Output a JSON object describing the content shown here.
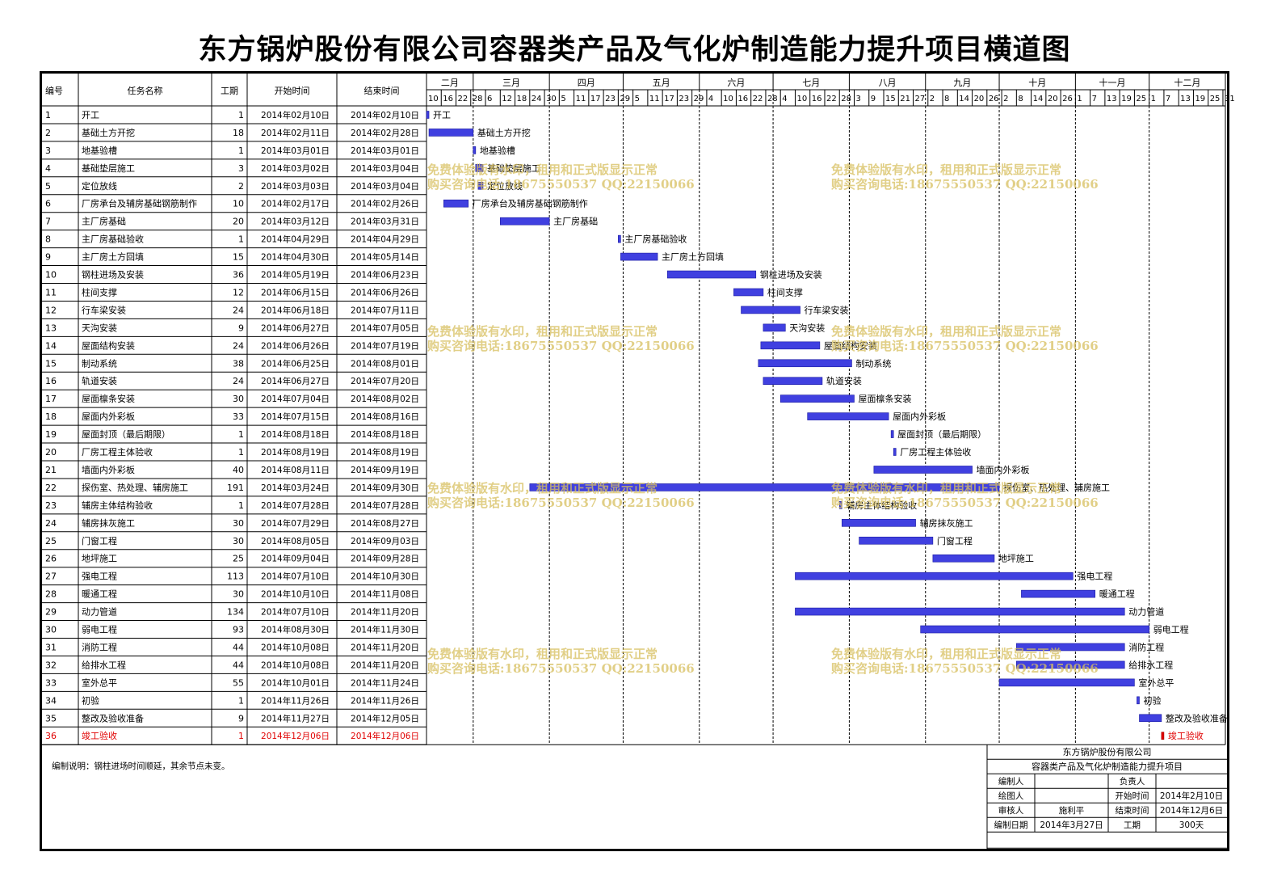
{
  "title": "东方锅炉股份有限公司容器类产品及气化炉制造能力提升项目横道图",
  "headers": {
    "no": "编号",
    "name": "任务名称",
    "dur": "工期",
    "start": "开始时间",
    "end": "结束时间"
  },
  "months": [
    {
      "label": "二月",
      "days": [
        "10",
        "16",
        "22",
        "28"
      ]
    },
    {
      "label": "三月",
      "days": [
        "6",
        "12",
        "18",
        "24",
        "30"
      ]
    },
    {
      "label": "四月",
      "days": [
        "5",
        "11",
        "17",
        "23",
        "29"
      ]
    },
    {
      "label": "五月",
      "days": [
        "5",
        "11",
        "17",
        "23",
        "29"
      ]
    },
    {
      "label": "六月",
      "days": [
        "4",
        "10",
        "16",
        "22",
        "28"
      ]
    },
    {
      "label": "七月",
      "days": [
        "4",
        "10",
        "16",
        "22",
        "28"
      ]
    },
    {
      "label": "八月",
      "days": [
        "3",
        "9",
        "15",
        "21",
        "27"
      ]
    },
    {
      "label": "九月",
      "days": [
        "2",
        "8",
        "14",
        "20",
        "26"
      ]
    },
    {
      "label": "十月",
      "days": [
        "2",
        "8",
        "14",
        "20",
        "26"
      ]
    },
    {
      "label": "十一月",
      "days": [
        "1",
        "7",
        "13",
        "19",
        "25"
      ]
    },
    {
      "label": "十二月",
      "days": [
        "1",
        "7",
        "13",
        "19",
        "25",
        "31"
      ]
    }
  ],
  "chart_data": {
    "type": "bar",
    "subtype": "gantt",
    "x_range": [
      "2014-02-10",
      "2014-12-31"
    ],
    "bar_color": "#4040e0",
    "milestone_color": "#e00000",
    "tasks": [
      {
        "no": "1",
        "name": "开工",
        "dur": "1",
        "start": "2014年02月10日",
        "end": "2014年02月10日",
        "s": "2014-02-10",
        "e": "2014-02-10",
        "label": "开工"
      },
      {
        "no": "2",
        "name": "基础土方开挖",
        "dur": "18",
        "start": "2014年02月11日",
        "end": "2014年02月28日",
        "s": "2014-02-11",
        "e": "2014-02-28",
        "label": "基础土方开挖"
      },
      {
        "no": "3",
        "name": "地基验槽",
        "dur": "1",
        "start": "2014年03月01日",
        "end": "2014年03月01日",
        "s": "2014-03-01",
        "e": "2014-03-01",
        "label": "地基验槽"
      },
      {
        "no": "4",
        "name": "基础垫层施工",
        "dur": "3",
        "start": "2014年03月02日",
        "end": "2014年03月04日",
        "s": "2014-03-02",
        "e": "2014-03-04",
        "label": "基础垫层施工"
      },
      {
        "no": "5",
        "name": "定位放线",
        "dur": "2",
        "start": "2014年03月03日",
        "end": "2014年03月04日",
        "s": "2014-03-03",
        "e": "2014-03-04",
        "label": "定位放线"
      },
      {
        "no": "6",
        "name": "厂房承台及辅房基础钢筋制作",
        "dur": "10",
        "start": "2014年02月17日",
        "end": "2014年02月26日",
        "s": "2014-02-17",
        "e": "2014-02-26",
        "label": "厂房承台及辅房基础钢筋制作"
      },
      {
        "no": "7",
        "name": "主厂房基础",
        "dur": "20",
        "start": "2014年03月12日",
        "end": "2014年03月31日",
        "s": "2014-03-12",
        "e": "2014-03-31",
        "label": "主厂房基础"
      },
      {
        "no": "8",
        "name": "主厂房基础验收",
        "dur": "1",
        "start": "2014年04月29日",
        "end": "2014年04月29日",
        "s": "2014-04-29",
        "e": "2014-04-29",
        "label": "主厂房基础验收"
      },
      {
        "no": "9",
        "name": "主厂房土方回填",
        "dur": "15",
        "start": "2014年04月30日",
        "end": "2014年05月14日",
        "s": "2014-04-30",
        "e": "2014-05-14",
        "label": "主厂房土方回填"
      },
      {
        "no": "10",
        "name": "钢柱进场及安装",
        "dur": "36",
        "start": "2014年05月19日",
        "end": "2014年06月23日",
        "s": "2014-05-19",
        "e": "2014-06-23",
        "label": "钢柱进场及安装"
      },
      {
        "no": "11",
        "name": "柱间支撑",
        "dur": "12",
        "start": "2014年06月15日",
        "end": "2014年06月26日",
        "s": "2014-06-15",
        "e": "2014-06-26",
        "label": "柱间支撑"
      },
      {
        "no": "12",
        "name": "行车梁安装",
        "dur": "24",
        "start": "2014年06月18日",
        "end": "2014年07月11日",
        "s": "2014-06-18",
        "e": "2014-07-11",
        "label": "行车梁安装"
      },
      {
        "no": "13",
        "name": "天沟安装",
        "dur": "9",
        "start": "2014年06月27日",
        "end": "2014年07月05日",
        "s": "2014-06-27",
        "e": "2014-07-05",
        "label": "天沟安装"
      },
      {
        "no": "14",
        "name": "屋面结构安装",
        "dur": "24",
        "start": "2014年06月26日",
        "end": "2014年07月19日",
        "s": "2014-06-26",
        "e": "2014-07-19",
        "label": "屋面结构安装"
      },
      {
        "no": "15",
        "name": "制动系统",
        "dur": "38",
        "start": "2014年06月25日",
        "end": "2014年08月01日",
        "s": "2014-06-25",
        "e": "2014-08-01",
        "label": "制动系统"
      },
      {
        "no": "16",
        "name": "轨道安装",
        "dur": "24",
        "start": "2014年06月27日",
        "end": "2014年07月20日",
        "s": "2014-06-27",
        "e": "2014-07-20",
        "label": "轨道安装"
      },
      {
        "no": "17",
        "name": "屋面檩条安装",
        "dur": "30",
        "start": "2014年07月04日",
        "end": "2014年08月02日",
        "s": "2014-07-04",
        "e": "2014-08-02",
        "label": "屋面檩条安装"
      },
      {
        "no": "18",
        "name": "屋面内外彩板",
        "dur": "33",
        "start": "2014年07月15日",
        "end": "2014年08月16日",
        "s": "2014-07-15",
        "e": "2014-08-16",
        "label": "屋面内外彩板"
      },
      {
        "no": "19",
        "name": "屋面封顶（最后期限）",
        "dur": "1",
        "start": "2014年08月18日",
        "end": "2014年08月18日",
        "s": "2014-08-18",
        "e": "2014-08-18",
        "label": "屋面封顶（最后期限）"
      },
      {
        "no": "20",
        "name": "厂房工程主体验收",
        "dur": "1",
        "start": "2014年08月19日",
        "end": "2014年08月19日",
        "s": "2014-08-19",
        "e": "2014-08-19",
        "label": "厂房工程主体验收"
      },
      {
        "no": "21",
        "name": "墙面内外彩板",
        "dur": "40",
        "start": "2014年08月11日",
        "end": "2014年09月19日",
        "s": "2014-08-11",
        "e": "2014-09-19",
        "label": "墙面内外彩板"
      },
      {
        "no": "22",
        "name": "探伤室、热处理、辅房施工",
        "dur": "191",
        "start": "2014年03月24日",
        "end": "2014年09月30日",
        "s": "2014-03-24",
        "e": "2014-09-30",
        "label": "探伤室、热处理、辅房施工"
      },
      {
        "no": "23",
        "name": "辅房主体结构验收",
        "dur": "1",
        "start": "2014年07月28日",
        "end": "2014年07月28日",
        "s": "2014-07-28",
        "e": "2014-07-28",
        "label": "辅房主体结构验收"
      },
      {
        "no": "24",
        "name": "辅房抹灰施工",
        "dur": "30",
        "start": "2014年07月29日",
        "end": "2014年08月27日",
        "s": "2014-07-29",
        "e": "2014-08-27",
        "label": "辅房抹灰施工"
      },
      {
        "no": "25",
        "name": "门窗工程",
        "dur": "30",
        "start": "2014年08月05日",
        "end": "2014年09月03日",
        "s": "2014-08-05",
        "e": "2014-09-03",
        "label": "门窗工程"
      },
      {
        "no": "26",
        "name": "地坪施工",
        "dur": "25",
        "start": "2014年09月04日",
        "end": "2014年09月28日",
        "s": "2014-09-04",
        "e": "2014-09-28",
        "label": "地坪施工"
      },
      {
        "no": "27",
        "name": "强电工程",
        "dur": "113",
        "start": "2014年07月10日",
        "end": "2014年10月30日",
        "s": "2014-07-10",
        "e": "2014-10-30",
        "label": "强电工程"
      },
      {
        "no": "28",
        "name": "暖通工程",
        "dur": "30",
        "start": "2014年10月10日",
        "end": "2014年11月08日",
        "s": "2014-10-10",
        "e": "2014-11-08",
        "label": "暖通工程"
      },
      {
        "no": "29",
        "name": "动力管道",
        "dur": "134",
        "start": "2014年07月10日",
        "end": "2014年11月20日",
        "s": "2014-07-10",
        "e": "2014-11-20",
        "label": "动力管道"
      },
      {
        "no": "30",
        "name": "弱电工程",
        "dur": "93",
        "start": "2014年08月30日",
        "end": "2014年11月30日",
        "s": "2014-08-30",
        "e": "2014-11-30",
        "label": "弱电工程"
      },
      {
        "no": "31",
        "name": "消防工程",
        "dur": "44",
        "start": "2014年10月08日",
        "end": "2014年11月20日",
        "s": "2014-10-08",
        "e": "2014-11-20",
        "label": "消防工程"
      },
      {
        "no": "32",
        "name": "给排水工程",
        "dur": "44",
        "start": "2014年10月08日",
        "end": "2014年11月20日",
        "s": "2014-10-08",
        "e": "2014-11-20",
        "label": "给排水工程"
      },
      {
        "no": "33",
        "name": "室外总平",
        "dur": "55",
        "start": "2014年10月01日",
        "end": "2014年11月24日",
        "s": "2014-10-01",
        "e": "2014-11-24",
        "label": "室外总平"
      },
      {
        "no": "34",
        "name": "初验",
        "dur": "1",
        "start": "2014年11月26日",
        "end": "2014年11月26日",
        "s": "2014-11-26",
        "e": "2014-11-26",
        "label": "初验"
      },
      {
        "no": "35",
        "name": "整改及验收准备",
        "dur": "9",
        "start": "2014年11月27日",
        "end": "2014年12月05日",
        "s": "2014-11-27",
        "e": "2014-12-05",
        "label": "整改及验收准备"
      },
      {
        "no": "36",
        "name": "竣工验收",
        "dur": "1",
        "start": "2014年12月06日",
        "end": "2014年12月06日",
        "s": "2014-12-06",
        "e": "2014-12-06",
        "label": "竣工验收",
        "highlight": true
      }
    ]
  },
  "note": "编制说明：钢柱进场时间顺延，其余节点未变。",
  "info": {
    "company": "东方锅炉股份有限公司",
    "project": "容器类产品及气化炉制造能力提升项目",
    "rows": [
      [
        "编制人",
        "",
        "负责人",
        ""
      ],
      [
        "绘图人",
        "",
        "开始时间",
        "2014年2月10日"
      ],
      [
        "审核人",
        "施利平",
        "结束时间",
        "2014年12月6日"
      ],
      [
        "编制日期",
        "2014年3月27日",
        "工期",
        "300天"
      ]
    ]
  },
  "watermark": {
    "line1": "免费体验版有水印，租用和正式版显示正常",
    "line2": "购买咨询电话:18675550537 QQ:22150066"
  }
}
